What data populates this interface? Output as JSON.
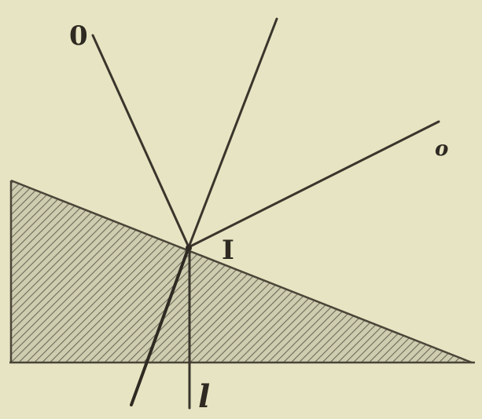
{
  "figure": {
    "labels": {
      "top_left": "0",
      "right": "o",
      "center": "I",
      "bottom": "l"
    },
    "colors": {
      "paper": "#e6e4c2",
      "ink": "#3a352c",
      "hatch": "#6e6a58",
      "prism_fill": "#cfcdb0"
    }
  }
}
